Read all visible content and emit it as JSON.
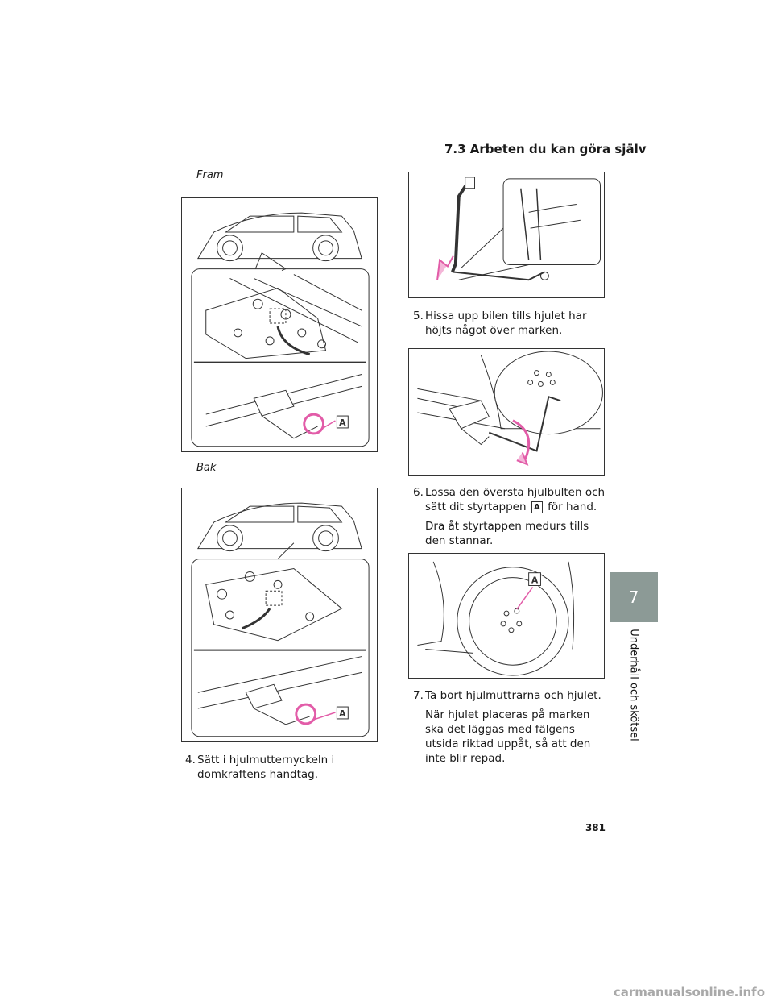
{
  "header": {
    "section_title": "7.3  Arbeten du kan göra själv"
  },
  "figures": {
    "front_caption": "Fram",
    "rear_caption": "Bak",
    "label_a": "A"
  },
  "steps": {
    "s4": {
      "num": "4.",
      "text": "Sätt i hjulmutternyckeln i domkraftens handtag."
    },
    "s5": {
      "num": "5.",
      "text": "Hissa upp bilen tills hjulet har höjts något över marken."
    },
    "s6": {
      "num": "6.",
      "text_before": "Lossa den översta hjulbulten och sätt dit styrtappen",
      "badge": "A",
      "text_after": "för hand.",
      "sub": "Dra åt styrtappen medurs tills den stannar."
    },
    "s7": {
      "num": "7.",
      "text": "Ta bort hjulmuttrarna och hjulet.",
      "sub": "När hjulet placeras på marken ska det läggas med fälgens utsida riktad uppåt, så att den inte blir repad."
    }
  },
  "side": {
    "chapter": "7",
    "label": "Underhåll och skötsel"
  },
  "footer": {
    "page": "381",
    "watermark": "carmanualsonline.info"
  },
  "colors": {
    "accent_pink": "#e25ca8",
    "tab_gray": "#8c9a96"
  }
}
